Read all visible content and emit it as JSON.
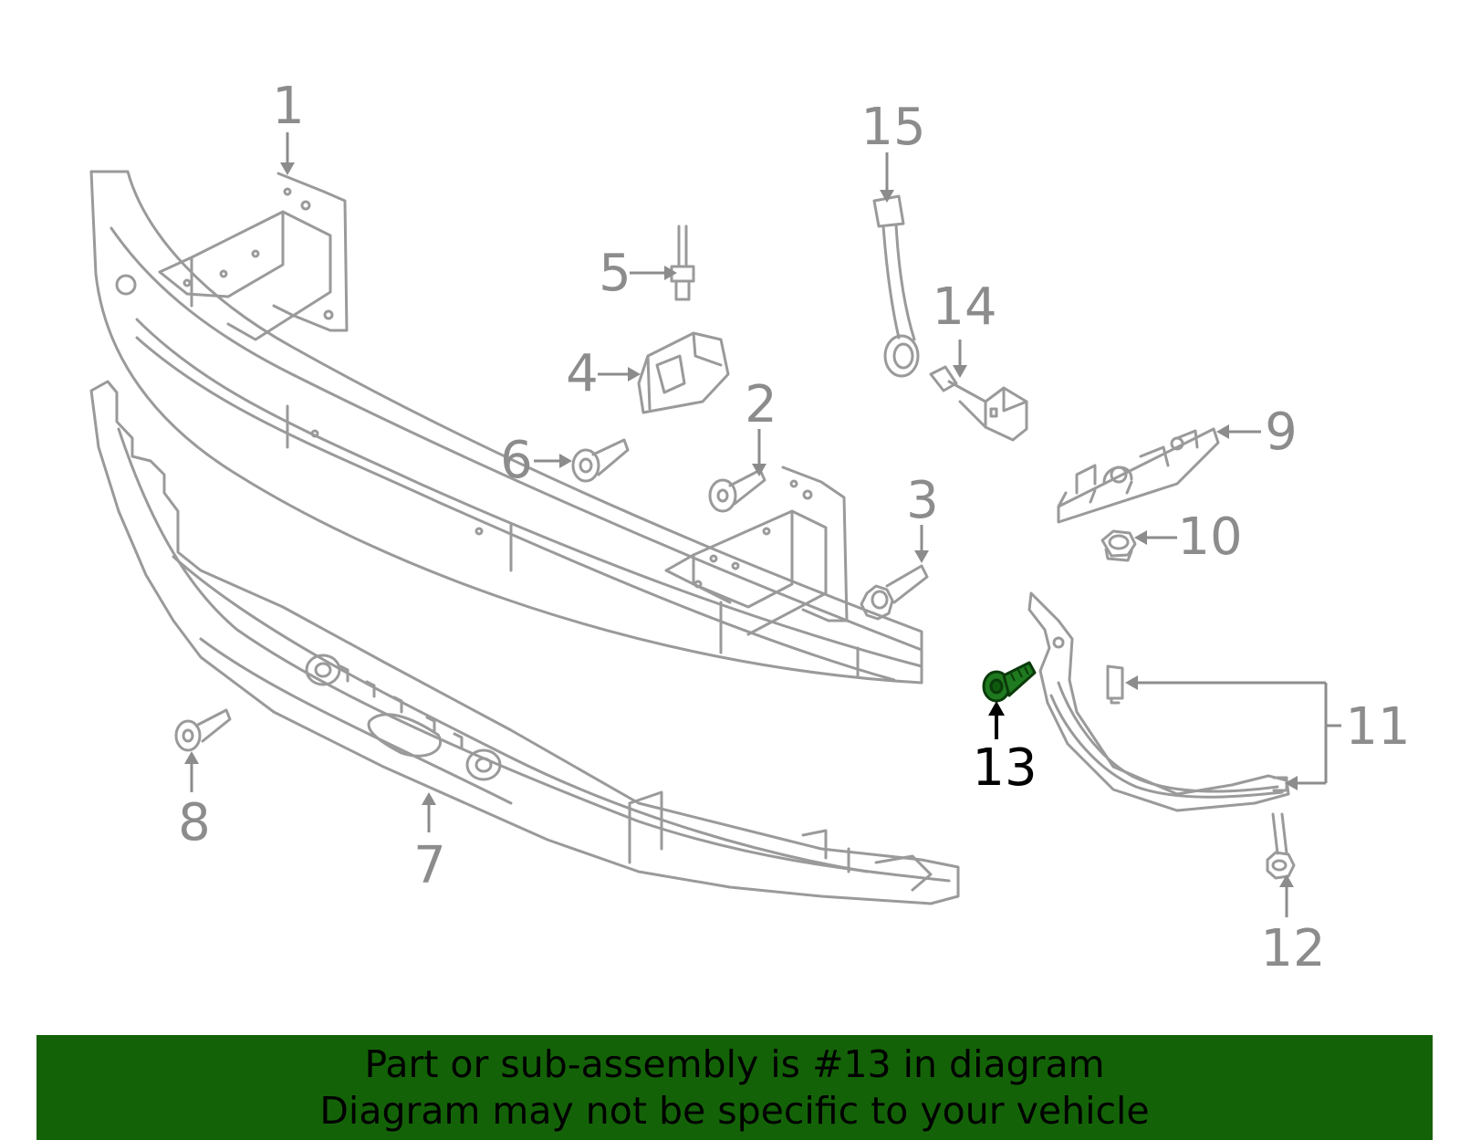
{
  "diagram": {
    "colors": {
      "part_line": "#9a9a9a",
      "callout_gray": "#8c8c8c",
      "highlight": "#1f7a1f",
      "highlight_label": "#000000",
      "banner_bg": "#146208"
    },
    "callouts": [
      {
        "id": "1",
        "label": "1",
        "highlighted": false
      },
      {
        "id": "2",
        "label": "2",
        "highlighted": false
      },
      {
        "id": "3",
        "label": "3",
        "highlighted": false
      },
      {
        "id": "4",
        "label": "4",
        "highlighted": false
      },
      {
        "id": "5",
        "label": "5",
        "highlighted": false
      },
      {
        "id": "6",
        "label": "6",
        "highlighted": false
      },
      {
        "id": "7",
        "label": "7",
        "highlighted": false
      },
      {
        "id": "8",
        "label": "8",
        "highlighted": false
      },
      {
        "id": "9",
        "label": "9",
        "highlighted": false
      },
      {
        "id": "10",
        "label": "10",
        "highlighted": false
      },
      {
        "id": "11",
        "label": "11",
        "highlighted": false
      },
      {
        "id": "12",
        "label": "12",
        "highlighted": false
      },
      {
        "id": "13",
        "label": "13",
        "highlighted": true
      },
      {
        "id": "14",
        "label": "14",
        "highlighted": false
      },
      {
        "id": "15",
        "label": "15",
        "highlighted": false
      }
    ]
  },
  "banner": {
    "line1": "Part or sub-assembly is #13 in diagram",
    "line2": "Diagram may not be specific to your vehicle"
  }
}
